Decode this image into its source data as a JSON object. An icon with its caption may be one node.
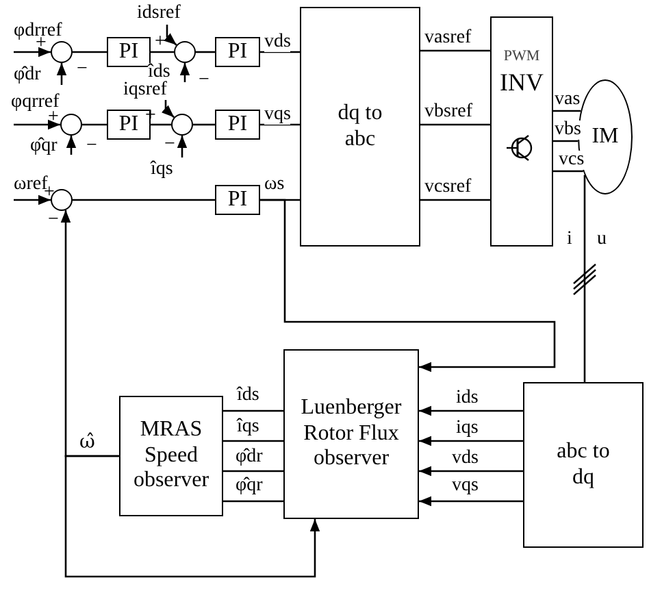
{
  "diagram": {
    "nodes": [
      {
        "text": [],
        "shape": "circle"
      },
      {
        "text": [
          "PI"
        ]
      },
      {
        "text": [],
        "shape": "circle"
      },
      {
        "text": [
          "PI"
        ]
      },
      {
        "text": [],
        "shape": "circle"
      },
      {
        "text": [
          "PI"
        ]
      },
      {
        "text": [],
        "shape": "circle"
      },
      {
        "text": [
          "PI"
        ]
      },
      {
        "text": [],
        "shape": "circle"
      },
      {
        "text": [
          "PI"
        ]
      },
      {
        "text": [
          "dq to abc"
        ]
      },
      {
        "text": [
          "PWM",
          "INV"
        ]
      },
      {
        "text": [
          "IM"
        ]
      },
      {
        "text": [
          "abc to dq"
        ]
      },
      {
        "text": [
          "Luenberger Rotor Flux observer"
        ]
      },
      {
        "text": [
          "MRAS Speed observer"
        ]
      }
    ],
    "edges": [
      {
        "from": null,
        "to": 0,
        "arrow": "to",
        "label": "φdrref"
      },
      {
        "from": null,
        "to": 0,
        "arrow": "to",
        "label": "φ̂dr"
      },
      {
        "from": 0,
        "to": 1,
        "arrow": "none"
      },
      {
        "from": 1,
        "to": 2,
        "arrow": "none"
      },
      {
        "from": null,
        "to": 2,
        "arrow": "to",
        "label": "idsref"
      },
      {
        "from": null,
        "to": 2,
        "arrow": "to",
        "label": "îds"
      },
      {
        "from": 2,
        "to": 3,
        "arrow": "none"
      },
      {
        "from": 3,
        "to": 10,
        "arrow": "none",
        "label": "vds"
      },
      {
        "from": null,
        "to": 4,
        "arrow": "to",
        "label": "φqrref"
      },
      {
        "from": null,
        "to": 4,
        "arrow": "to",
        "label": "φ̂qr"
      },
      {
        "from": 4,
        "to": 5,
        "arrow": "none"
      },
      {
        "from": 5,
        "to": 6,
        "arrow": "none"
      },
      {
        "from": null,
        "to": 6,
        "arrow": "to",
        "label": "iqsref"
      },
      {
        "from": null,
        "to": 6,
        "arrow": "to",
        "label": "îqs"
      },
      {
        "from": 6,
        "to": 7,
        "arrow": "none"
      },
      {
        "from": 7,
        "to": 10,
        "arrow": "none",
        "label": "vqs"
      },
      {
        "from": null,
        "to": 8,
        "arrow": "to",
        "label": "ωref"
      },
      {
        "from": 8,
        "to": 9,
        "arrow": "none"
      },
      {
        "from": 9,
        "to": 10,
        "arrow": "none",
        "label": "ωs"
      },
      {
        "from": 10,
        "to": 11,
        "arrow": "none",
        "label": "vasref"
      },
      {
        "from": 10,
        "to": 11,
        "arrow": "none",
        "label": "vbsref"
      },
      {
        "from": 10,
        "to": 11,
        "arrow": "none",
        "label": "vcsref"
      },
      {
        "from": 11,
        "to": 12,
        "arrow": "none",
        "label": "vas"
      },
      {
        "from": 11,
        "to": 12,
        "arrow": "none",
        "label": "vbs"
      },
      {
        "from": 11,
        "to": 12,
        "arrow": "none",
        "label": "vcs"
      },
      {
        "from": 12,
        "to": 13,
        "arrow": "none"
      },
      {
        "from": 9,
        "to": 14,
        "arrow": "to"
      },
      {
        "from": 13,
        "to": 14,
        "arrow": "to",
        "label": "ids"
      },
      {
        "from": 13,
        "to": 14,
        "arrow": "to",
        "label": "iqs"
      },
      {
        "from": 13,
        "to": 14,
        "arrow": "to",
        "label": "vds"
      },
      {
        "from": 13,
        "to": 14,
        "arrow": "to",
        "label": "vqs"
      },
      {
        "from": 14,
        "to": 15,
        "arrow": "none",
        "label": "îds"
      },
      {
        "from": 14,
        "to": 15,
        "arrow": "none",
        "label": "îqs"
      },
      {
        "from": 14,
        "to": 15,
        "arrow": "none",
        "label": "φ̂dr"
      },
      {
        "from": 14,
        "to": 15,
        "arrow": "none",
        "label": "φ̂qr"
      },
      {
        "from": 15,
        "to": 8,
        "arrow": "to",
        "label": "ω̂"
      },
      {
        "from": 15,
        "to": 14,
        "arrow": "to"
      }
    ],
    "labels": [
      "+",
      "+",
      "−",
      "−",
      "+",
      "+",
      "−",
      "−",
      "+",
      "−",
      "i",
      "u"
    ]
  }
}
